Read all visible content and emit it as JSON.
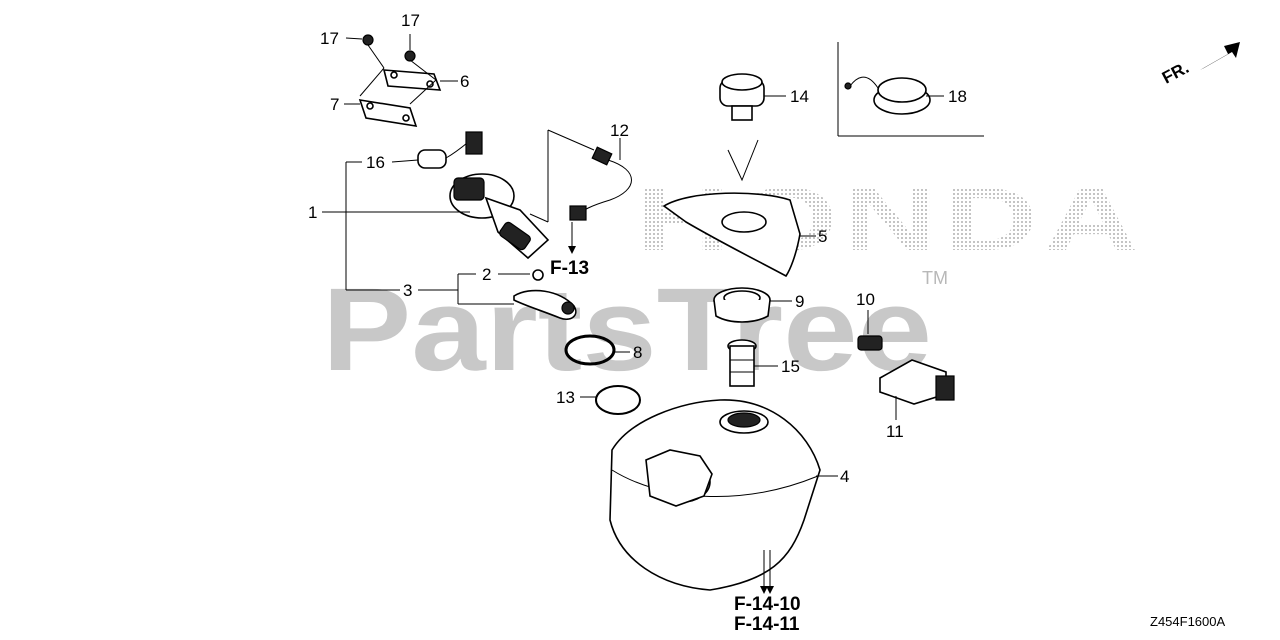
{
  "watermark": {
    "brand": "HONDA",
    "text": "PartsTree",
    "tm": "TM"
  },
  "direction": "FR.",
  "diagram_code": "Z454F1600A",
  "references": {
    "f13": "F-13",
    "f1410": "F-14-10",
    "f1411": "F-14-11"
  },
  "callouts": {
    "c1": "1",
    "c2": "2",
    "c3": "3",
    "c4": "4",
    "c5": "5",
    "c6": "6",
    "c7": "7",
    "c8": "8",
    "c9": "9",
    "c10": "10",
    "c11": "11",
    "c12": "12",
    "c13": "13",
    "c14": "14",
    "c15": "15",
    "c16": "16",
    "c17a": "17",
    "c17b": "17",
    "c18": "18"
  }
}
